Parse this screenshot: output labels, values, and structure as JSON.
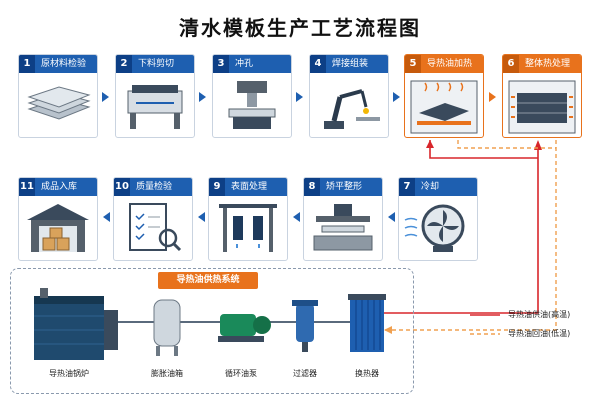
{
  "title": "清水模板生产工艺流程图",
  "steps": [
    {
      "num": "1",
      "label": "原材料检验"
    },
    {
      "num": "2",
      "label": "下料剪切"
    },
    {
      "num": "3",
      "label": "冲孔"
    },
    {
      "num": "4",
      "label": "焊接组装"
    },
    {
      "num": "5",
      "label": "导热油加热"
    },
    {
      "num": "6",
      "label": "整体热处理"
    },
    {
      "num": "7",
      "label": "冷却"
    },
    {
      "num": "8",
      "label": "矫平整形"
    },
    {
      "num": "9",
      "label": "表面处理"
    },
    {
      "num": "10",
      "label": "质量检验"
    },
    {
      "num": "11",
      "label": "成品入库"
    }
  ],
  "system": {
    "title": "导热油供热系统",
    "equipment": [
      "导热油锅炉",
      "膨胀油箱",
      "循环油泵",
      "过滤器",
      "换热器"
    ]
  },
  "legend": {
    "supply": "导热油供油(高温)",
    "return": "导热油回油(低温)"
  },
  "colors": {
    "primary": "#1e5fb0",
    "accent": "#e8721c",
    "supply_line": "#d8262b",
    "return_line": "#f0a050"
  }
}
